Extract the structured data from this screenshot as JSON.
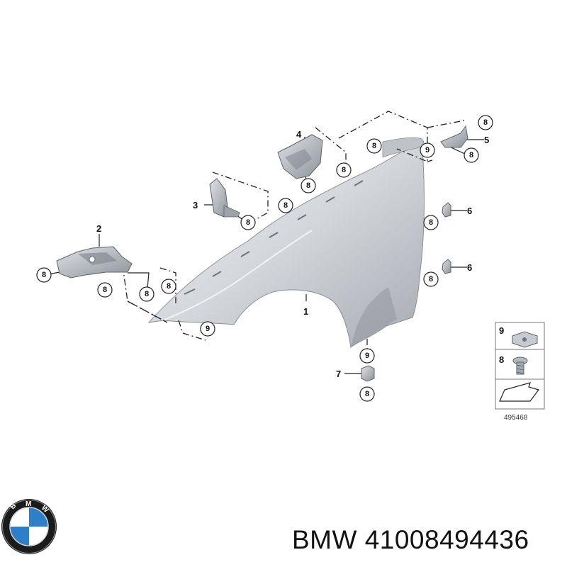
{
  "diagram": {
    "part_labels": [
      "1",
      "2",
      "3",
      "4",
      "5",
      "6",
      "6",
      "7"
    ],
    "fastener_labels": {
      "eight": "8",
      "nine": "9"
    },
    "legend": {
      "nine": "9",
      "eight": "8",
      "figure_number": "495468"
    }
  },
  "brand": {
    "logo_letters": "BMW",
    "caption": "BMW 41008494436"
  },
  "colors": {
    "fender_light": "#eef0f3",
    "fender_dark": "#a9adb3",
    "logo_blue": "#2e7fc9",
    "logo_ring": "#1b1b1b"
  }
}
